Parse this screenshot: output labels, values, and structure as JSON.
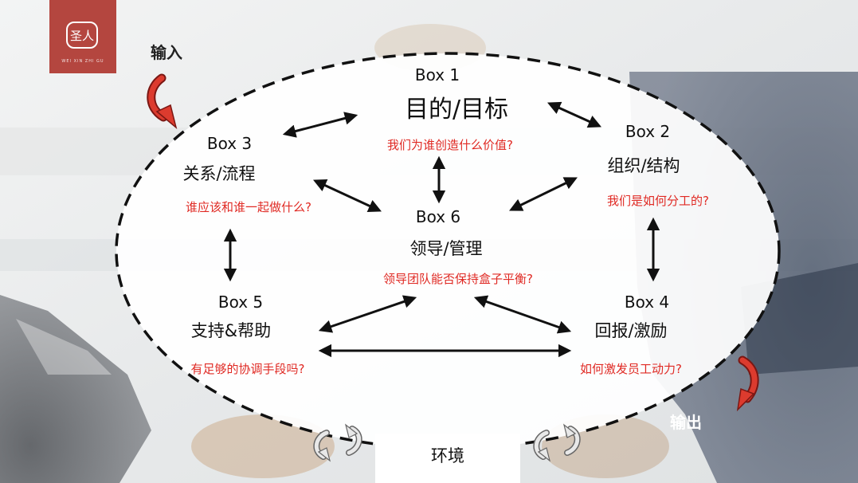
{
  "logo": {
    "mark": "圣人",
    "subtitle": "WEI XIN ZHI GU"
  },
  "labels": {
    "input": "输入",
    "output": "输出",
    "environment": "环境"
  },
  "boxes": {
    "box1": {
      "title": "Box 1",
      "name": "目的/目标",
      "question": "我们为谁创造什么价值?"
    },
    "box2": {
      "title": "Box 2",
      "name": "组织/结构",
      "question": "我们是如何分工的?"
    },
    "box3": {
      "title": "Box 3",
      "name": "关系/流程",
      "question": "谁应该和谁一起做什么?"
    },
    "box4": {
      "title": "Box 4",
      "name": "回报/激励",
      "question": "如何激发员工动力?"
    },
    "box5": {
      "title": "Box 5",
      "name": "支持&帮助",
      "question": "有足够的协调手段吗?"
    },
    "box6": {
      "title": "Box 6",
      "name": "领导/管理",
      "question": "领导团队能否保持盒子平衡?"
    }
  },
  "colors": {
    "question_text": "#e02a24",
    "flow_arrow": "#d8342b",
    "logo_bg": "#b4463f",
    "ellipse_stroke": "#111111"
  },
  "icons": {
    "input": "curved-red-arrow",
    "output": "curved-red-arrow",
    "environment": "curved-gray-arrows"
  }
}
